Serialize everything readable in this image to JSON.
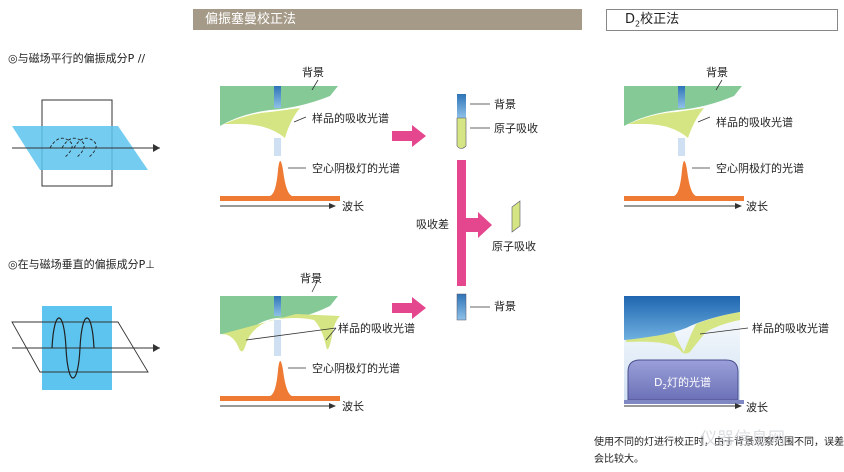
{
  "headers": {
    "zeeman": "偏振塞曼校正法",
    "d2_prefix": "D",
    "d2_sub": "2",
    "d2_suffix": "校正法"
  },
  "left": {
    "parallel_title": "◎与磁场平行的偏振成分P //",
    "perpendicular_title": "◎在与磁场垂直的偏振成分P⊥"
  },
  "top_diagram": {
    "background": "背景",
    "sample_absorption": "样品的吸收光谱",
    "hollow_cathode": "空心阴极灯的光谱",
    "wavelength": "波长"
  },
  "bottom_diagram": {
    "background": "背景",
    "sample_absorption": "样品的吸收光谱",
    "hollow_cathode": "空心阴极灯的光谱",
    "wavelength": "波长"
  },
  "middle": {
    "top_background": "背景",
    "top_atomic": "原子吸收",
    "difference": "吸收差",
    "result_atomic": "原子吸收",
    "bottom_background": "背景"
  },
  "right_top": {
    "background": "背景",
    "sample_absorption": "样品的吸收光谱",
    "hollow_cathode": "空心阴极灯的光谱",
    "wavelength": "波长"
  },
  "right_bottom": {
    "sample_absorption": "样品的吸收光谱",
    "d2_lamp_prefix": "D",
    "d2_lamp_sub": "2",
    "d2_lamp_suffix": "灯的光谱",
    "wavelength": "波长"
  },
  "note": "使用不同的灯进行校正时，由于背景观察范围不同，误差会比较大。",
  "watermark": "仪器信息网",
  "colors": {
    "green": "#85c996",
    "yellow_green": "#d6e584",
    "orange": "#ee7a33",
    "pink": "#e4478e",
    "blue_dark": "#2e74b8",
    "purple": "#7a7fc2"
  }
}
